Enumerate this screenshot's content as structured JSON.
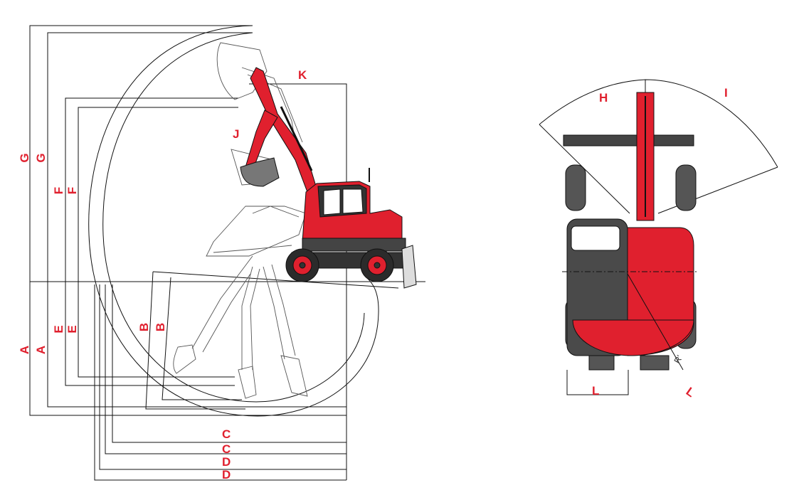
{
  "colors": {
    "accent": "#e0202e",
    "body_dark": "#4a4a4a",
    "line": "#111111",
    "outline": "#888888"
  },
  "labels": {
    "A": "A",
    "B": "B",
    "C": "C",
    "D": "D",
    "E": "E",
    "F": "F",
    "G": "G",
    "H": "H",
    "I": "I",
    "J": "J",
    "K": "K",
    "L": "L",
    "R": "R'"
  },
  "icons": [
    "excavator-side-view",
    "excavator-top-view"
  ]
}
